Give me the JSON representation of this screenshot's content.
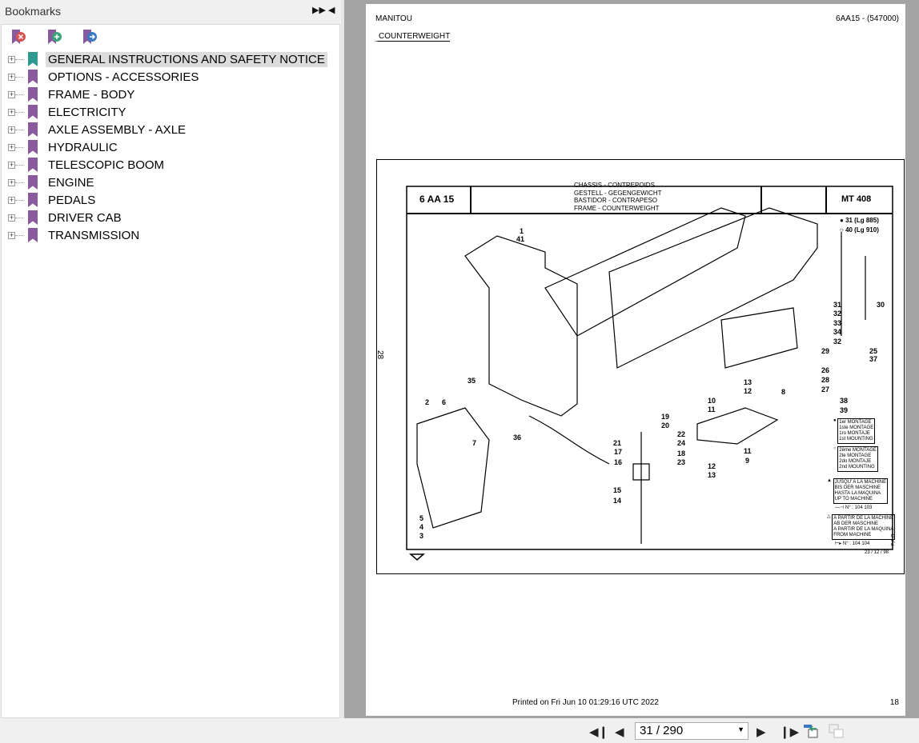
{
  "sidebar": {
    "title": "Bookmarks",
    "toolbar": {
      "delete": "delete-bookmark",
      "add": "add-bookmark",
      "goto": "go-to-bookmark"
    },
    "items": [
      {
        "label": "GENERAL INSTRUCTIONS AND SAFETY NOTICE",
        "color": "#2e9a92",
        "selected": true
      },
      {
        "label": "OPTIONS - ACCESSORIES",
        "color": "#8a5a9e"
      },
      {
        "label": "FRAME - BODY",
        "color": "#8a5a9e"
      },
      {
        "label": "ELECTRICITY",
        "color": "#8a5a9e"
      },
      {
        "label": "AXLE ASSEMBLY - AXLE",
        "color": "#8a5a9e"
      },
      {
        "label": "HYDRAULIC",
        "color": "#8a5a9e"
      },
      {
        "label": "TELESCOPIC BOOM",
        "color": "#8a5a9e"
      },
      {
        "label": "ENGINE",
        "color": "#8a5a9e"
      },
      {
        "label": "PEDALS",
        "color": "#8a5a9e"
      },
      {
        "label": "DRIVER CAB",
        "color": "#8a5a9e"
      },
      {
        "label": "TRANSMISSION",
        "color": "#8a5a9e"
      }
    ]
  },
  "page": {
    "brand": "MANITOU",
    "code": "6AA15 - (547000)",
    "section": "COUNTERWEIGHT",
    "side_number": "28",
    "footer": "Printed on  Fri Jun 10 01:29:16 UTC 2022",
    "page_number": "18",
    "drawing": {
      "model_code": "6 AA 15",
      "model": "MT 408",
      "titles": [
        "CHASSIS - CONTREPOIDS",
        "GESTELL - GEGENGEWICHT",
        "BASTIDOR - CONTRAPESO",
        "FRAME - COUNTERWEIGHT"
      ],
      "lengths": [
        "31 (Lg 885)",
        "40 (Lg 910)"
      ],
      "first_mounting": [
        "1er MONTAGE",
        "1ste MONTAGE",
        "1ro MONTAJE",
        "1st MOUNTING"
      ],
      "second_mounting": [
        "2ème MONTAGE",
        "2te MONTAGE",
        "2do MONTAJE",
        "2nd MOUNTING"
      ],
      "up_to": [
        "JUSQU' A LA MACHINE",
        "BIS DER MASCHINE",
        "HASTA LA MAQUINA",
        "UP TO MACHINE"
      ],
      "up_to_no": "N° : 104 103",
      "from": [
        "A PARTIR DE LA MACHINE",
        "AB DER MASCHINE",
        "A PARTIR DE LA MAQUINA",
        "FROM MACHINE"
      ],
      "from_no": "N° : 104 104",
      "date": "23 / 12 / 98",
      "pao": "P.A.O",
      "callouts": [
        "1",
        "41",
        "2",
        "6",
        "7",
        "5",
        "4",
        "3",
        "35",
        "36",
        "19",
        "20",
        "22",
        "21",
        "24",
        "17",
        "18",
        "16",
        "23",
        "15",
        "14",
        "10",
        "11",
        "13",
        "12",
        "8",
        "11",
        "9",
        "12",
        "13",
        "31",
        "32",
        "33",
        "34",
        "32",
        "30",
        "29",
        "25",
        "37",
        "26",
        "28",
        "27",
        "38",
        "39"
      ]
    }
  },
  "nav": {
    "page_value": "31 / 290"
  }
}
